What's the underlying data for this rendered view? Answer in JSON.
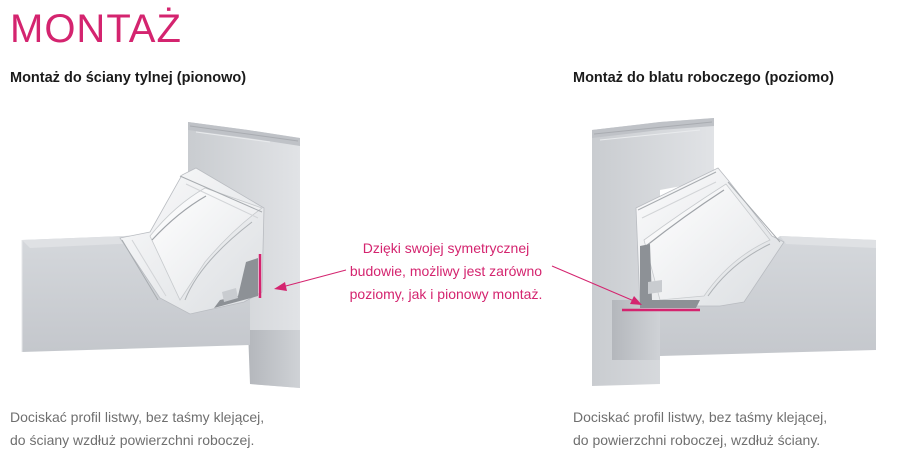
{
  "page": {
    "title": "MONTAŻ",
    "accent_color": "#d4246f"
  },
  "left": {
    "heading": "Montaż do ściany tylnej (pionowo)",
    "caption_lines": [
      "Dociskać profil listwy, bez taśmy klejącej,",
      "do ściany wzdłuż powierzchni roboczej."
    ]
  },
  "right": {
    "heading": "Montaż do blatu roboczego (poziomo)",
    "caption_lines": [
      "Dociskać profil listwy, bez taśmy klejącej,",
      "do powierzchni roboczej, wzdłuż ściany."
    ]
  },
  "note": {
    "lines": [
      "Dzięki swojej symetrycznej",
      "budowie, możliwy jest zarówno",
      "poziomy, jak i pionowy montaż."
    ]
  }
}
